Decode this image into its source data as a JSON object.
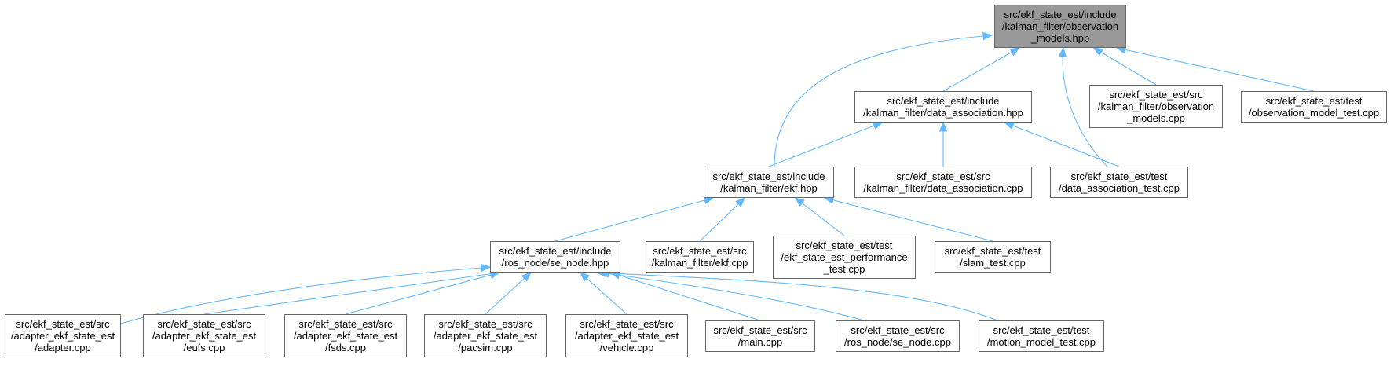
{
  "diagram": {
    "nodes": [
      {
        "id": "observation_models_hpp",
        "label": "src/ekf_state_est/include\n/kalman_filter/observation\n_models.hpp",
        "root": true
      },
      {
        "id": "data_association_hpp",
        "label": "src/ekf_state_est/include\n/kalman_filter/data_association.hpp"
      },
      {
        "id": "observation_models_cpp",
        "label": "src/ekf_state_est/src\n/kalman_filter/observation\n_models.cpp"
      },
      {
        "id": "observation_model_test_cpp",
        "label": "src/ekf_state_est/test\n/observation_model_test.cpp"
      },
      {
        "id": "ekf_hpp",
        "label": "src/ekf_state_est/include\n/kalman_filter/ekf.hpp"
      },
      {
        "id": "data_association_cpp",
        "label": "src/ekf_state_est/src\n/kalman_filter/data_association.cpp"
      },
      {
        "id": "data_association_test_cpp",
        "label": "src/ekf_state_est/test\n/data_association_test.cpp"
      },
      {
        "id": "se_node_hpp",
        "label": "src/ekf_state_est/include\n/ros_node/se_node.hpp"
      },
      {
        "id": "ekf_cpp",
        "label": "src/ekf_state_est/src\n/kalman_filter/ekf.cpp"
      },
      {
        "id": "ekf_state_est_performance_test_cpp",
        "label": "src/ekf_state_est/test\n/ekf_state_est_performance\n_test.cpp"
      },
      {
        "id": "slam_test_cpp",
        "label": "src/ekf_state_est/test\n/slam_test.cpp"
      },
      {
        "id": "adapter_cpp",
        "label": "src/ekf_state_est/src\n/adapter_ekf_state_est\n/adapter.cpp"
      },
      {
        "id": "eufs_cpp",
        "label": "src/ekf_state_est/src\n/adapter_ekf_state_est\n/eufs.cpp"
      },
      {
        "id": "fsds_cpp",
        "label": "src/ekf_state_est/src\n/adapter_ekf_state_est\n/fsds.cpp"
      },
      {
        "id": "pacsim_cpp",
        "label": "src/ekf_state_est/src\n/adapter_ekf_state_est\n/pacsim.cpp"
      },
      {
        "id": "vehicle_cpp",
        "label": "src/ekf_state_est/src\n/adapter_ekf_state_est\n/vehicle.cpp"
      },
      {
        "id": "main_cpp",
        "label": "src/ekf_state_est/src\n/main.cpp"
      },
      {
        "id": "se_node_cpp",
        "label": "src/ekf_state_est/src\n/ros_node/se_node.cpp"
      },
      {
        "id": "motion_model_test_cpp",
        "label": "src/ekf_state_est/test\n/motion_model_test.cpp"
      }
    ],
    "edges": [
      {
        "from": "ekf_hpp",
        "to": "observation_models_hpp"
      },
      {
        "from": "data_association_hpp",
        "to": "observation_models_hpp"
      },
      {
        "from": "data_association_test_cpp",
        "to": "observation_models_hpp"
      },
      {
        "from": "observation_models_cpp",
        "to": "observation_models_hpp"
      },
      {
        "from": "observation_model_test_cpp",
        "to": "observation_models_hpp"
      },
      {
        "from": "ekf_hpp",
        "to": "data_association_hpp"
      },
      {
        "from": "data_association_cpp",
        "to": "data_association_hpp"
      },
      {
        "from": "data_association_test_cpp",
        "to": "data_association_hpp"
      },
      {
        "from": "se_node_hpp",
        "to": "ekf_hpp"
      },
      {
        "from": "ekf_cpp",
        "to": "ekf_hpp"
      },
      {
        "from": "ekf_state_est_performance_test_cpp",
        "to": "ekf_hpp"
      },
      {
        "from": "slam_test_cpp",
        "to": "ekf_hpp"
      },
      {
        "from": "adapter_cpp",
        "to": "se_node_hpp"
      },
      {
        "from": "eufs_cpp",
        "to": "se_node_hpp"
      },
      {
        "from": "fsds_cpp",
        "to": "se_node_hpp"
      },
      {
        "from": "pacsim_cpp",
        "to": "se_node_hpp"
      },
      {
        "from": "vehicle_cpp",
        "to": "se_node_hpp"
      },
      {
        "from": "main_cpp",
        "to": "se_node_hpp"
      },
      {
        "from": "se_node_cpp",
        "to": "se_node_hpp"
      },
      {
        "from": "motion_model_test_cpp",
        "to": "se_node_hpp"
      }
    ],
    "colors": {
      "edge": "#63b8ff",
      "root_fill": "#999999",
      "node_fill": "#ffffff",
      "node_border": "#666666"
    }
  }
}
